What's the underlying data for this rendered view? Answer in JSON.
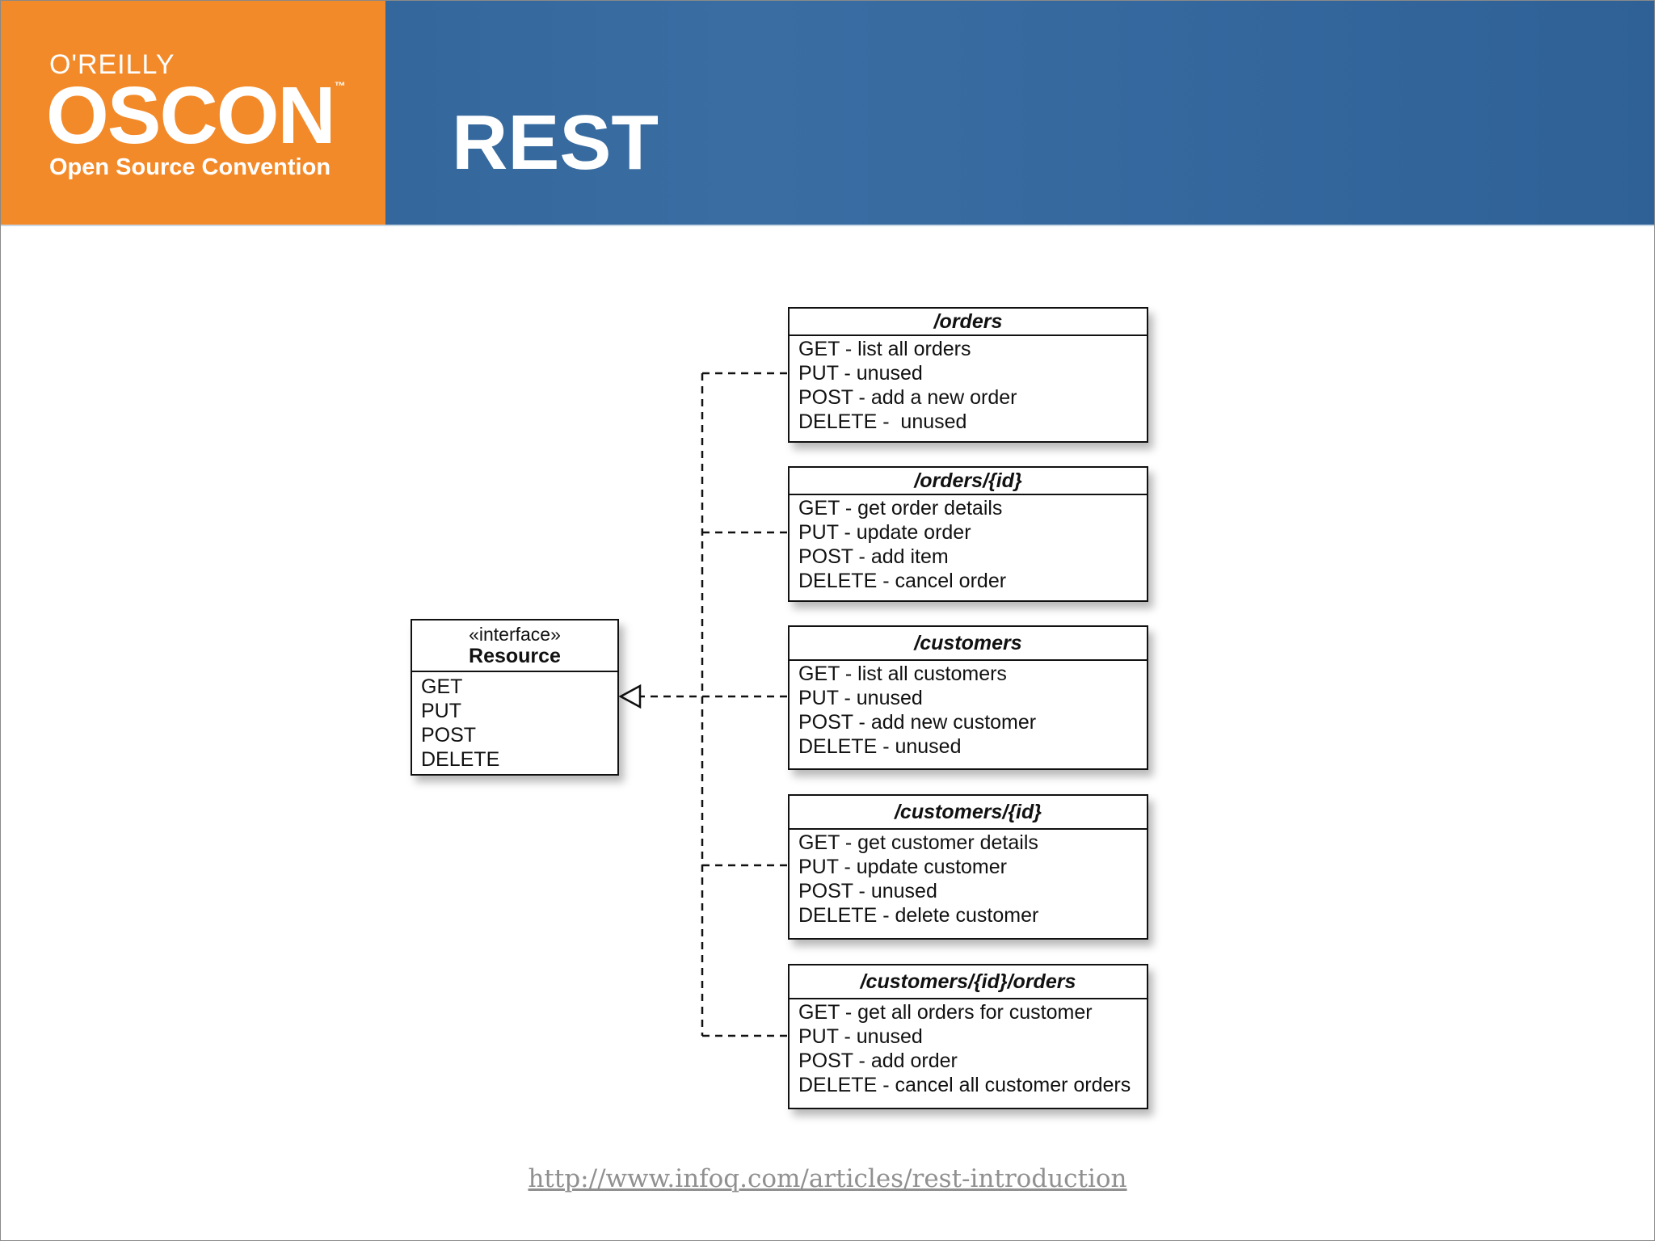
{
  "header": {
    "logo_top": "O'REILLY",
    "logo_main": "OSCON",
    "logo_tm": "™",
    "logo_sub": "Open Source Convention",
    "title": "REST"
  },
  "interface": {
    "stereotype": "«interface»",
    "name": "Resource",
    "methods": [
      "GET",
      "PUT",
      "POST",
      "DELETE"
    ]
  },
  "resources": [
    {
      "name": "/orders",
      "methods": [
        "GET - list all orders",
        "PUT - unused",
        "POST - add a new order",
        "DELETE -  unused"
      ]
    },
    {
      "name": "/orders/{id}",
      "methods": [
        "GET - get order details",
        "PUT - update order",
        "POST - add item",
        "DELETE - cancel order"
      ]
    },
    {
      "name": "/customers",
      "methods": [
        "GET - list all customers",
        "PUT - unused",
        "POST - add new customer",
        "DELETE - unused"
      ]
    },
    {
      "name": "/customers/{id}",
      "methods": [
        "GET - get customer details",
        "PUT - update customer",
        "POST - unused",
        "DELETE - delete customer"
      ]
    },
    {
      "name": "/customers/{id}/orders",
      "methods": [
        "GET - get all orders for customer",
        "PUT - unused",
        "POST - add order",
        "DELETE - cancel all customer orders"
      ]
    }
  ],
  "footer": {
    "link": "http://www.infoq.com/articles/rest-introduction"
  },
  "colors": {
    "orange": "#f38a2a",
    "blue": "#2d5f93",
    "link_gray": "#909090"
  }
}
